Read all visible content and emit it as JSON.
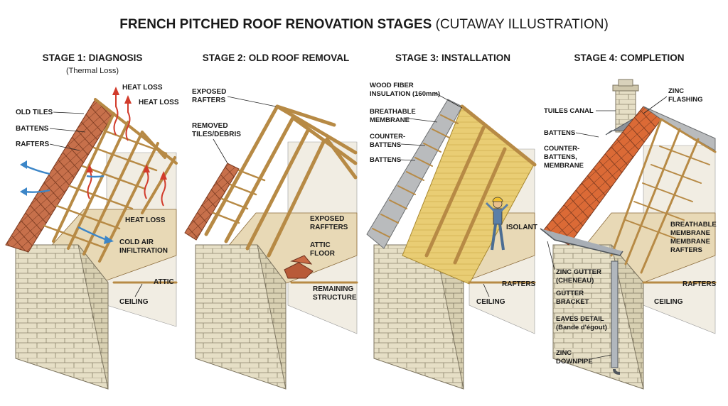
{
  "title": {
    "main": "FRENCH PITCHED ROOF RENOVATION STAGES",
    "paren": "(CUTAWAY ILLUSTRATION)"
  },
  "stages": [
    {
      "heading": "STAGE 1: DIAGNOSIS",
      "subheading": "(Thermal Loss)",
      "labels": {
        "heat_loss_top": "HEAT LOSS",
        "heat_loss_right": "HEAT LOSS",
        "old_tiles": "OLD TILES",
        "battens": "BATTENS",
        "rafters": "RAFTERS",
        "heat_loss_lower": "HEAT LOSS",
        "cold_air_1": "COLD AIR",
        "cold_air_2": "INFILTRATION",
        "attic": "ATTIC",
        "ceiling": "CEILING"
      }
    },
    {
      "heading": "STAGE 2: OLD ROOF REMOVAL",
      "labels": {
        "exposed_rafters_1": "EXPOSED",
        "exposed_rafters_2": "RAFTERS",
        "removed_1": "REMOVED",
        "removed_2": "TILES/DEBRIS",
        "exposed_raffters_1": "EXPOSED",
        "exposed_raffters_2": "RAFFTERS",
        "attic_floor_1": "ATTIC",
        "attic_floor_2": "FLOOR",
        "remaining_1": "REMAINING",
        "remaining_2": "STRUCTURE"
      }
    },
    {
      "heading": "STAGE 3: INSTALLATION",
      "labels": {
        "wood_fiber_1": "WOOD FIBER",
        "wood_fiber_2": "INSULATION (160mm)",
        "breathable_1": "BREATHABLE",
        "breathable_2": "MEMBRANE",
        "counter_1": "COUNTER-",
        "counter_2": "BATTENS",
        "battens": "BATTENS",
        "isolant": "ISOLANT",
        "ceiling": "CEILING",
        "rafters": "RAFTERS"
      }
    },
    {
      "heading": "STAGE 4: COMPLETION",
      "labels": {
        "zinc_flashing_1": "ZINC",
        "zinc_flashing_2": "FLASHING",
        "tuiles_canal": "TUILES CANAL",
        "battens": "BATTENS",
        "counter_1": "COUNTER-",
        "counter_2": "BATTENS,",
        "counter_3": "MEMBRANE",
        "breathable_1": "BREATHABLE",
        "breathable_2": "MEMBRANE",
        "membrane": "MEMBRANE",
        "rafters_a": "RAFTERS",
        "zinc_gutter_1": "ZINC GUTTER",
        "zinc_gutter_2": "(CHENEAU)",
        "gutter_bracket_1": "GUTTER",
        "gutter_bracket_2": "BRACKET",
        "eaves_1": "EAVES DETAIL",
        "eaves_2": "(Bande d'égout)",
        "ceiling": "CEILING",
        "rafters_b": "RAFTERS",
        "downpipe_1": "ZINC",
        "downpipe_2": "DOWNPIPE"
      }
    }
  ],
  "colors": {
    "stone": "#e3dcc2",
    "wood": "#b78a45",
    "old_tiles": "#c46a45",
    "new_tiles": "#d9622f",
    "heat_arrow": "#d23b2b",
    "cold_arrow": "#3c86c8",
    "insulation": "#e7c96a",
    "membrane": "#b9bbbd"
  }
}
